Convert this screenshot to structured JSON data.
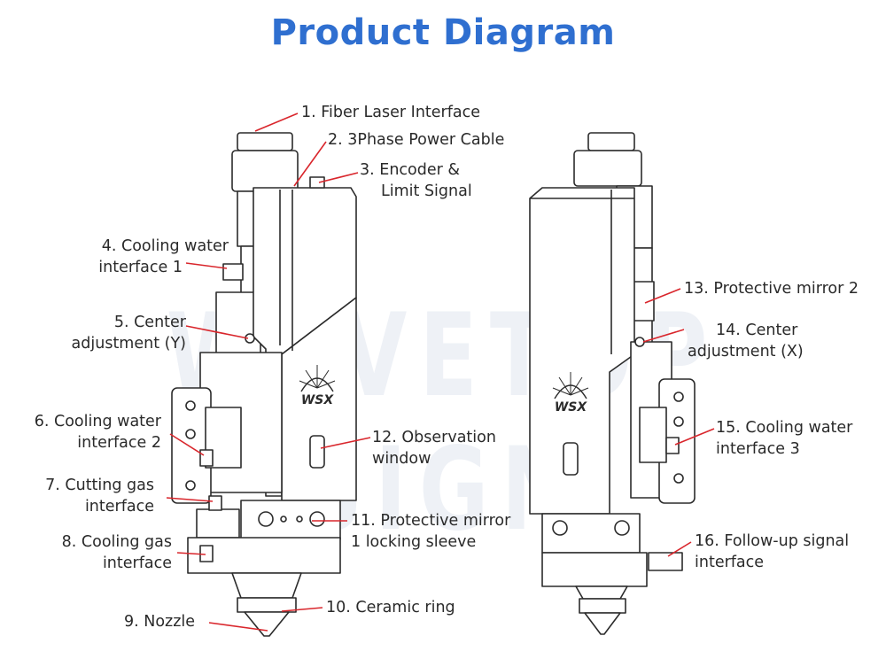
{
  "title": "Product Diagram",
  "watermark": "WAVETOP SIGN",
  "logo_text": "WSX",
  "colors": {
    "title": "#2f6fd0",
    "leader": "#d9262c",
    "outline": "#2b2b2b"
  },
  "labels": [
    {
      "id": "1",
      "line1": "1. Fiber Laser Interface"
    },
    {
      "id": "2",
      "line1": "2. 3Phase Power Cable"
    },
    {
      "id": "3",
      "line1": "3. Encoder &",
      "line2": "Limit Signal"
    },
    {
      "id": "4",
      "line1": "4. Cooling water",
      "line2": "interface 1"
    },
    {
      "id": "5",
      "line1": "5. Center",
      "line2": "adjustment (Y)"
    },
    {
      "id": "6",
      "line1": "6. Cooling water",
      "line2": "interface 2"
    },
    {
      "id": "7",
      "line1": "7. Cutting gas",
      "line2": "interface"
    },
    {
      "id": "8",
      "line1": "8. Cooling gas",
      "line2": "interface"
    },
    {
      "id": "9",
      "line1": "9. Nozzle"
    },
    {
      "id": "10",
      "line1": "10. Ceramic ring"
    },
    {
      "id": "11",
      "line1": "11. Protective mirror",
      "line2": "1 locking sleeve"
    },
    {
      "id": "12",
      "line1": "12. Observation",
      "line2": "window"
    },
    {
      "id": "13",
      "line1": "13. Protective mirror 2"
    },
    {
      "id": "14",
      "line1": "14. Center",
      "line2": "adjustment (X)"
    },
    {
      "id": "15",
      "line1": "15. Cooling water",
      "line2": "interface 3"
    },
    {
      "id": "16",
      "line1": "16. Follow-up signal",
      "line2": "interface"
    }
  ]
}
